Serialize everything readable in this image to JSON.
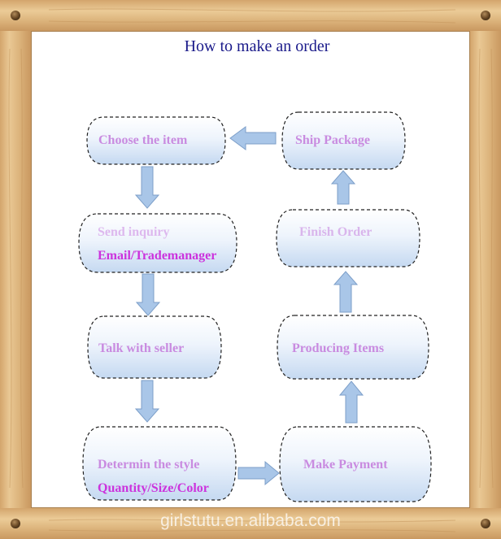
{
  "title": "How to make an order",
  "steps": {
    "choose": "Choose the item",
    "inquiry": "Send inquiry",
    "inquiry_detail": "Email/Trademanager",
    "talk": "Talk with seller",
    "determine": "Determin the style",
    "determine_detail": "Quantity/Size/Color",
    "payment": "Make Payment",
    "producing": "Producing Items",
    "finish": "Finish Order",
    "ship": "Ship Package"
  },
  "watermark": "girlstutu.en.alibaba.com",
  "colors": {
    "title": "#1a1a8a",
    "step_text": "#c98be0",
    "step_text_bold": "#cc33dd",
    "node_fill_top": "#ffffff",
    "node_fill_bottom": "#c9dcf2",
    "arrow_fill": "#a9c6e8",
    "arrow_stroke": "#7d9fc9",
    "frame": "#dcb47e"
  }
}
